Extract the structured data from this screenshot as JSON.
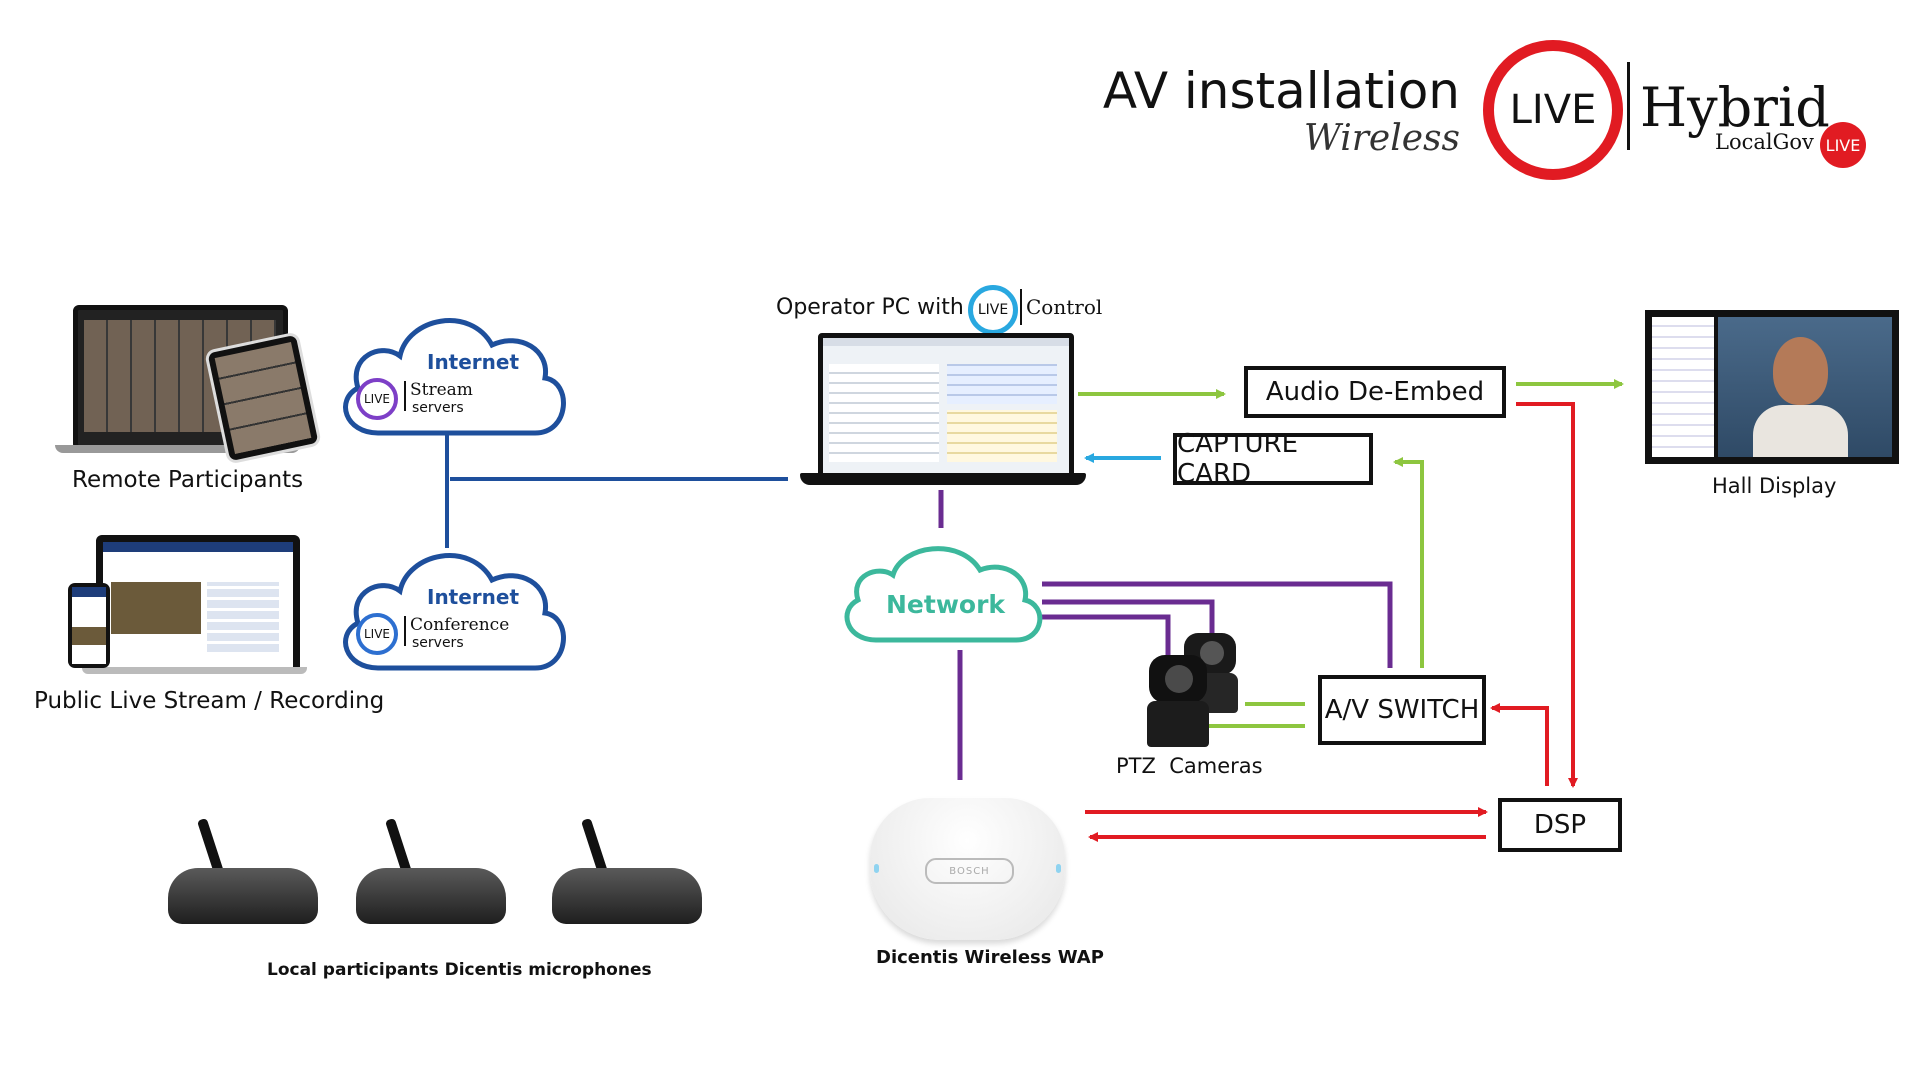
{
  "header": {
    "title": "AV installation",
    "subtitle": "Wireless",
    "logo_live": "LIVE",
    "logo_hybrid": "Hybrid",
    "logo_localgov": "LocalGov",
    "logo_localgov_live": "LIVE"
  },
  "colors": {
    "red": "#e11b22",
    "green": "#8dc63f",
    "blue": "#1e4f9c",
    "purple": "#6a2c91",
    "teal": "#3cb89c",
    "lightblue": "#29a8e0"
  },
  "clouds": {
    "stream": {
      "title": "Internet",
      "live": "LIVE",
      "name": "Stream",
      "sub": "servers"
    },
    "conference": {
      "title": "Internet",
      "live": "LIVE",
      "name": "Conference",
      "sub": "servers"
    },
    "network": {
      "title": "Network"
    }
  },
  "operator": {
    "label": "Operator PC with",
    "live": "LIVE",
    "control": "Control"
  },
  "boxes": {
    "audio_deembed": "Audio De-Embed",
    "capture_card": "CAPTURE CARD",
    "av_switch": "A/V SWITCH",
    "dsp": "DSP"
  },
  "labels": {
    "remote": "Remote Participants",
    "public": "Public Live Stream / Recording",
    "hall": "Hall Display",
    "ptz": "PTZ  Cameras",
    "wap": "Dicentis Wireless WAP",
    "wap_brand": "BOSCH",
    "mics": "Local participants Dicentis microphones"
  }
}
